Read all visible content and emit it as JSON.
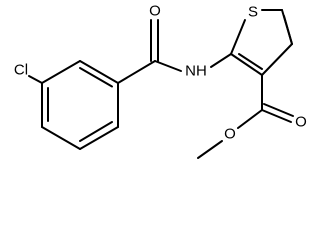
{
  "atoms": {
    "chlorine": "Cl",
    "carbonyl_oxygen": "O",
    "amide_nitrogen": "NH",
    "thiophene_sulfur": "S",
    "ester_carbonyl_oxygen": "O",
    "ester_ether_oxygen": "O"
  }
}
